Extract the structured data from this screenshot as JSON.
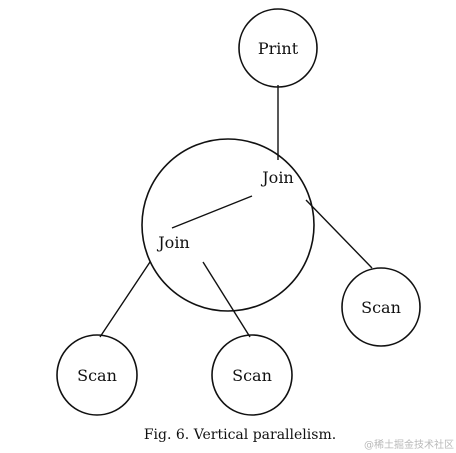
{
  "diagram": {
    "nodes": {
      "print": "Print",
      "join_top": "Join",
      "join_left": "Join",
      "scan_right": "Scan",
      "scan_bottom_left": "Scan",
      "scan_bottom_middle": "Scan"
    },
    "caption": "Fig. 6.  Vertical parallelism.",
    "watermark": "@稀土掘金技术社区"
  }
}
